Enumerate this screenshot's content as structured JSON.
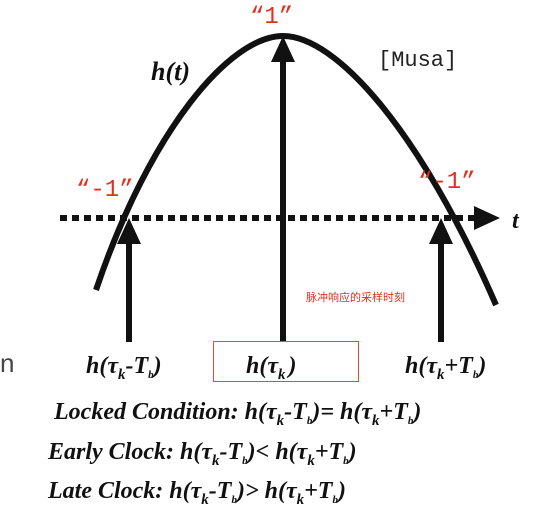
{
  "diagram": {
    "curve_label": "h(t)",
    "axis_label": "t",
    "source_tag": "[Musa]",
    "peak_symbol": "“1”",
    "left_symbol": "“-1”",
    "right_symbol": "“-1”",
    "annotation": "脉冲响应的采样时刻",
    "left_fragment": "n",
    "samples": {
      "left": {
        "main": "h(τ",
        "sub_k": "k",
        "mid": "-T",
        "sub_b": "b",
        "close": ")"
      },
      "center": {
        "main": "h(τ",
        "sub_k": "k",
        "close": ")"
      },
      "right": {
        "main": "h(τ",
        "sub_k": "k",
        "mid": "+T",
        "sub_b": "b",
        "close": ")"
      }
    },
    "conditions": [
      {
        "prefix": "Locked Condition: h(τ",
        "op": "= h(τ"
      },
      {
        "prefix": "Early Clock: h(τ",
        "op": "< h(τ"
      },
      {
        "prefix": "Late Clock: h(τ",
        "op": "> h(τ"
      }
    ],
    "condition_parts": {
      "sub_k": "k",
      "minus_T": "-T",
      "plus_T": "+T",
      "sub_b": "b",
      "close": ")"
    }
  }
}
